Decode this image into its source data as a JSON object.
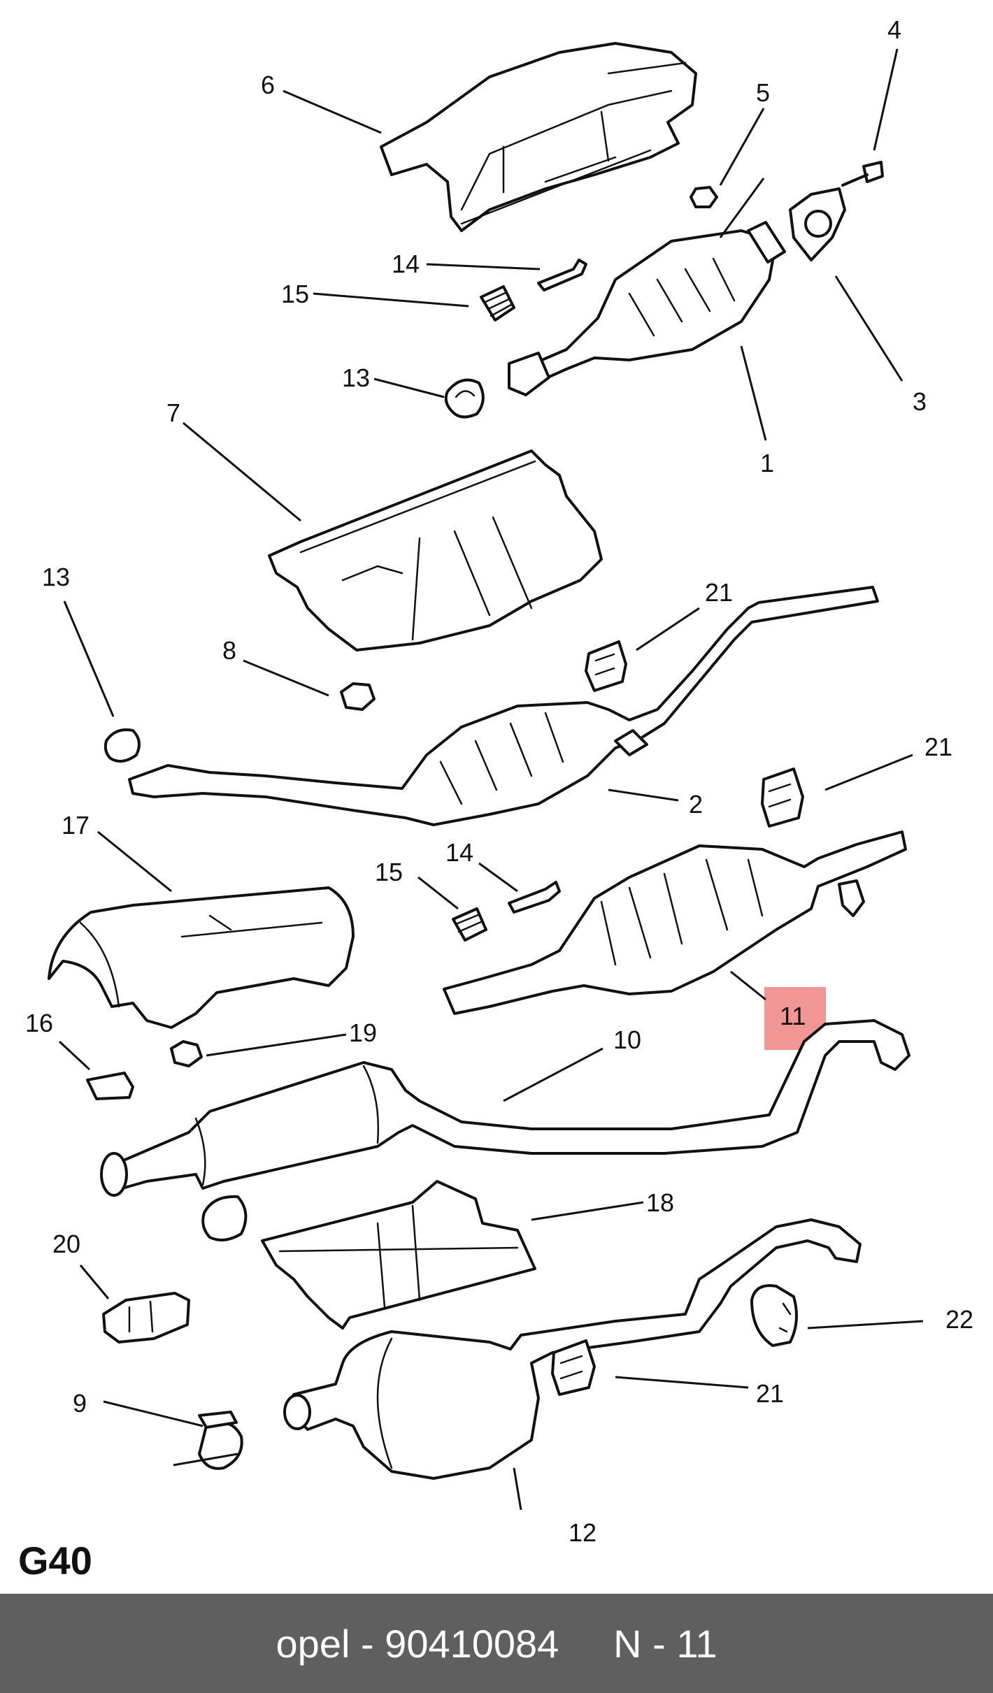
{
  "diagram": {
    "callouts": [
      "1",
      "2",
      "3",
      "4",
      "5",
      "6",
      "7",
      "8",
      "9",
      "10",
      "11",
      "12",
      "13",
      "13",
      "14",
      "14",
      "15",
      "15",
      "16",
      "17",
      "18",
      "19",
      "20",
      "21",
      "21",
      "21",
      "22"
    ],
    "highlighted_callout": "11",
    "diagram_code": "G40"
  },
  "footer": {
    "text": "opel - 90410084     N - 11"
  },
  "colors": {
    "highlight": "#f08a8a",
    "footer_bg": "#5f5f5f",
    "footer_text": "#ffffff",
    "line": "#111111"
  }
}
